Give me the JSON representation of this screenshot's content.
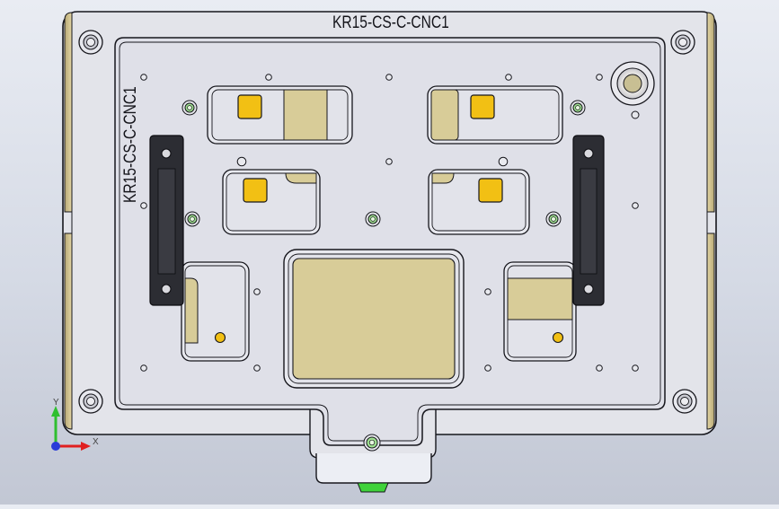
{
  "model": {
    "engraving_top": "KR15-CS-C-CNC1",
    "engraving_side": "KR15-CS-C-CNC1"
  },
  "triad": {
    "x_label": "X",
    "y_label": "Y"
  },
  "colors": {
    "background_top": "#e9ecf3",
    "background_bottom": "#c2c7d4",
    "plate": "#dfe0e8",
    "outline": "#16161c",
    "pad_fill": "#d8cc98",
    "gold": "#f2c014",
    "pin_green": "#6fcf6a",
    "handle": "#2c2d33",
    "edge_tan": "#c9b98a"
  }
}
